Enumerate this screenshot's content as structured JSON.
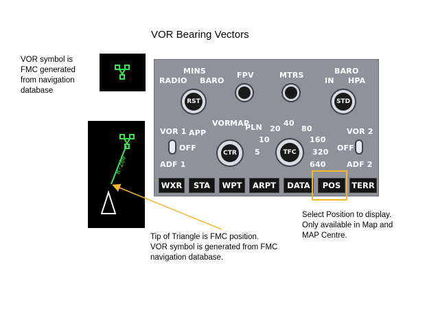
{
  "slide": {
    "title": "VOR Bearing Vectors",
    "note_vor_symbol": "VOR symbol is\nFMC generated\nfrom navigation\ndatabase",
    "note_triangle": "Tip of Triangle is FMC position.\nVOR symbol is generated from FMC\nnavigation database.",
    "note_select_pos": "Select Position to display.\nOnly available in Map and\nMAP Centre."
  },
  "display": {
    "radial_label": "R-280",
    "symbol_color": "#35e84c",
    "position_symbol_color": "#ffffff"
  },
  "panel": {
    "mins": {
      "label": "MINS",
      "left": "RADIO",
      "right": "BARO",
      "knob": "RST"
    },
    "fpv": {
      "label": "FPV"
    },
    "mtrs": {
      "label": "MTRS"
    },
    "baro": {
      "label": "BARO",
      "left": "IN",
      "right": "HPA",
      "knob": "STD"
    },
    "vor1": {
      "top": "VOR 1",
      "middle": "OFF",
      "bottom": "ADF 1"
    },
    "vor2": {
      "top": "VOR 2",
      "middle": "OFF",
      "bottom": "ADF 2"
    },
    "mode": {
      "app": "APP",
      "vor": "VOR",
      "map": "MAP",
      "pln": "PLN",
      "knob": "CTR"
    },
    "range": {
      "r5": "5",
      "r10": "10",
      "r20": "20",
      "r40": "40",
      "r80": "80",
      "r160": "160",
      "r320": "320",
      "r640": "640",
      "knob": "TFC"
    },
    "buttons": [
      "WXR",
      "STA",
      "WPT",
      "ARPT",
      "DATA",
      "POS",
      "TERR"
    ]
  },
  "colors": {
    "highlight": "#f2b72b",
    "arrow": "#f2b72b"
  }
}
